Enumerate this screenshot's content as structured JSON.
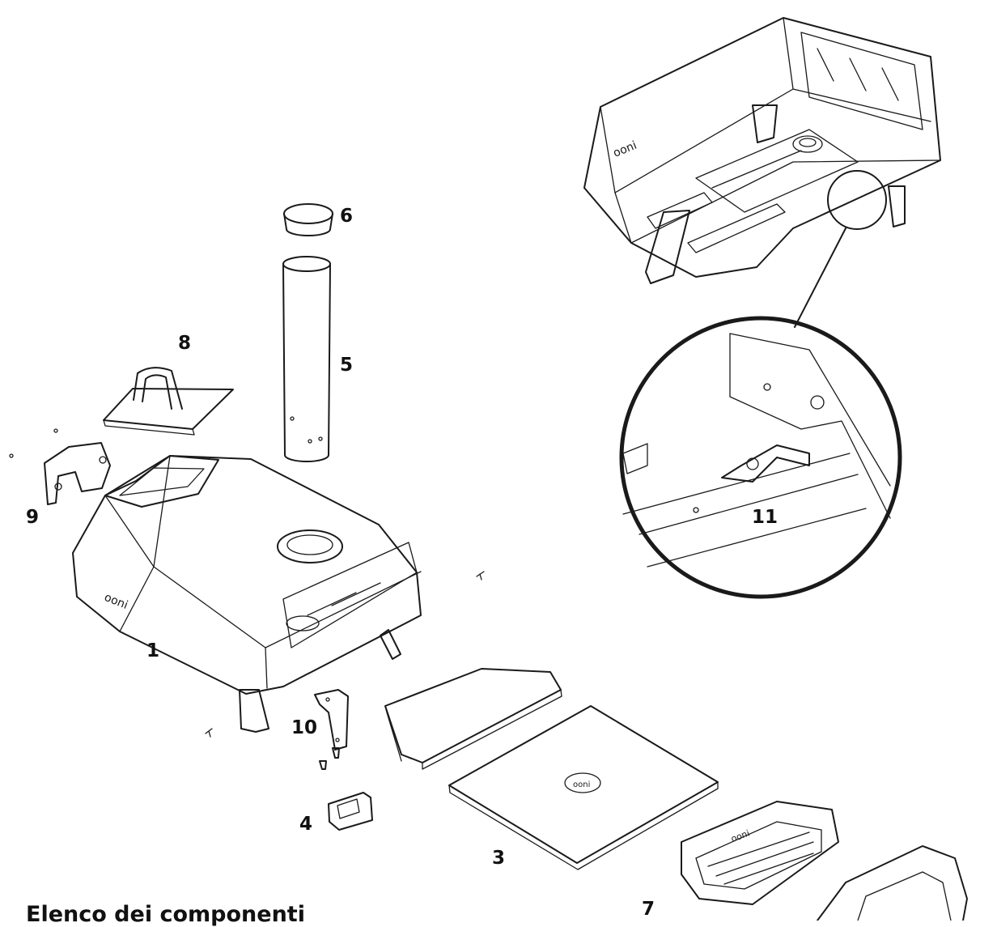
{
  "callouts": {
    "c1": "1",
    "c3": "3",
    "c4": "4",
    "c5": "5",
    "c6": "6",
    "c7": "7",
    "c8": "8",
    "c9": "9",
    "c10": "10",
    "c11": "11"
  },
  "brand_text": "ooni",
  "section_heading": "Elenco dei componenti"
}
